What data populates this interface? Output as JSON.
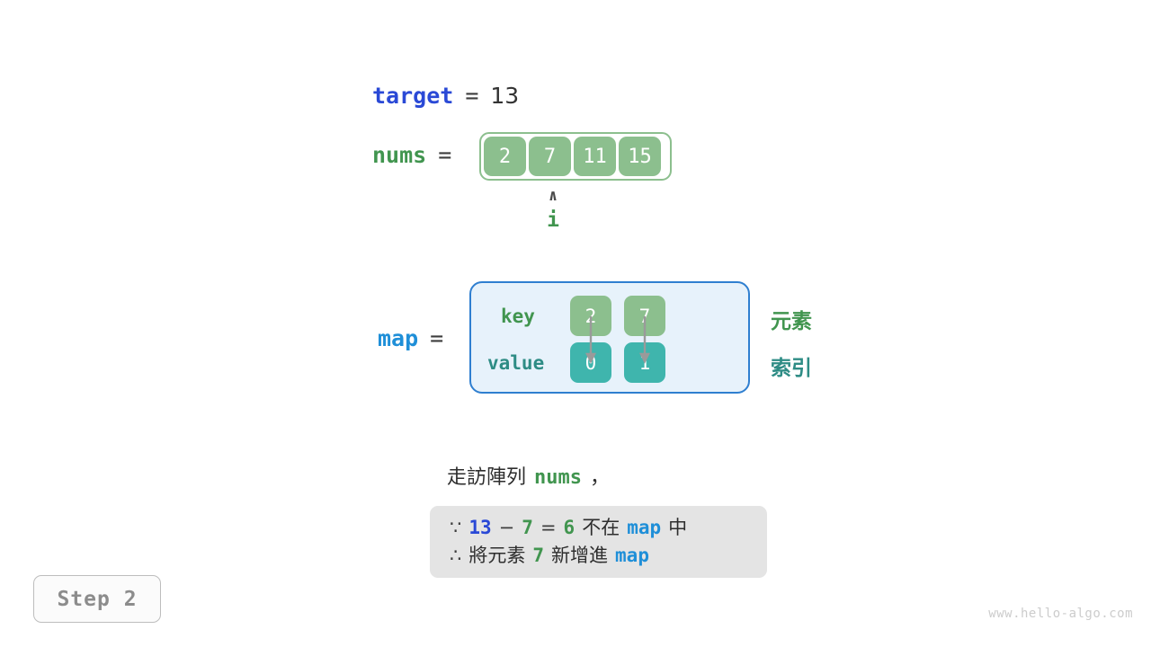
{
  "target": {
    "name": "target",
    "equals": "=",
    "value": "13"
  },
  "nums": {
    "name": "nums",
    "equals": "=",
    "cells": [
      "2",
      "7",
      "11",
      "15"
    ]
  },
  "pointer": {
    "caret": "∧",
    "label": "i",
    "index": 1
  },
  "map": {
    "name": "map",
    "equals": "=",
    "key_label": "key",
    "value_label": "value",
    "keys": [
      "2",
      "7"
    ],
    "values": [
      "0",
      "1"
    ],
    "side_labels": {
      "element": "元素",
      "index": "索引"
    }
  },
  "caption": {
    "prefix": "走訪陣列",
    "keyword": "nums",
    "suffix": "，"
  },
  "note": {
    "line1": {
      "sym": "∵",
      "a": "13",
      "minus": "−",
      "b": "7",
      "eq": "=",
      "result": "6",
      "mid": "不在",
      "map": "map",
      "tail": "中"
    },
    "line2": {
      "sym": "∴",
      "pre": "將元素",
      "num": "7",
      "mid": "新增進",
      "map": "map"
    }
  },
  "step": {
    "label": "Step 2"
  },
  "watermark": {
    "text": "www.hello-algo.com"
  },
  "colors": {
    "green": "#8cbf8e",
    "teal": "#3fb5ad",
    "blue_border": "#2f7fd0",
    "map_bg": "#e7f2fb",
    "note_bg": "#e4e4e4",
    "var_blue": "#2a49d6",
    "var_lblue": "#1f8fd8",
    "var_green": "#41954f",
    "var_teal": "#2e8c85"
  }
}
